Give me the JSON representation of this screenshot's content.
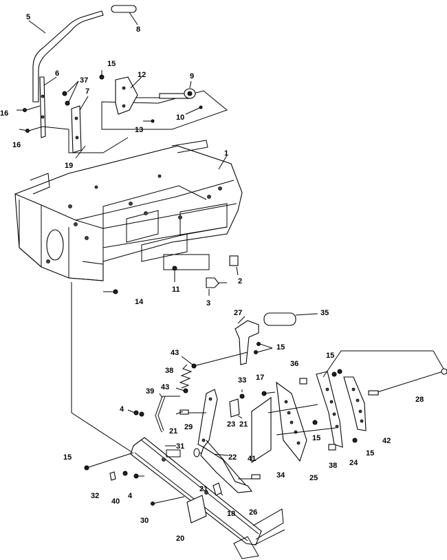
{
  "callouts": [
    {
      "id": "c1",
      "text": "1"
    },
    {
      "id": "c2",
      "text": "2"
    },
    {
      "id": "c3",
      "text": "3"
    },
    {
      "id": "c4a",
      "text": "4"
    },
    {
      "id": "c4b",
      "text": "4"
    },
    {
      "id": "c5",
      "text": "5"
    },
    {
      "id": "c6",
      "text": "6"
    },
    {
      "id": "c7",
      "text": "7"
    },
    {
      "id": "c8",
      "text": "8"
    },
    {
      "id": "c9",
      "text": "9"
    },
    {
      "id": "c10",
      "text": "10"
    },
    {
      "id": "c11",
      "text": "11"
    },
    {
      "id": "c12",
      "text": "12"
    },
    {
      "id": "c13",
      "text": "13"
    },
    {
      "id": "c14",
      "text": "14"
    },
    {
      "id": "c15a",
      "text": "15"
    },
    {
      "id": "c15b",
      "text": "15"
    },
    {
      "id": "c15c",
      "text": "15"
    },
    {
      "id": "c15d",
      "text": "15"
    },
    {
      "id": "c15e",
      "text": "15"
    },
    {
      "id": "c15f",
      "text": "15"
    },
    {
      "id": "c16a",
      "text": "16"
    },
    {
      "id": "c16b",
      "text": "16"
    },
    {
      "id": "c17",
      "text": "17"
    },
    {
      "id": "c18",
      "text": "18"
    },
    {
      "id": "c19",
      "text": "19"
    },
    {
      "id": "c20",
      "text": "20"
    },
    {
      "id": "c21a",
      "text": "21"
    },
    {
      "id": "c21b",
      "text": "21"
    },
    {
      "id": "c21c",
      "text": "21"
    },
    {
      "id": "c22",
      "text": "22"
    },
    {
      "id": "c23",
      "text": "23"
    },
    {
      "id": "c24",
      "text": "24"
    },
    {
      "id": "c25",
      "text": "25"
    },
    {
      "id": "c26",
      "text": "26"
    },
    {
      "id": "c27",
      "text": "27"
    },
    {
      "id": "c28",
      "text": "28"
    },
    {
      "id": "c29",
      "text": "29"
    },
    {
      "id": "c30",
      "text": "30"
    },
    {
      "id": "c31",
      "text": "31"
    },
    {
      "id": "c32",
      "text": "32"
    },
    {
      "id": "c33",
      "text": "33"
    },
    {
      "id": "c34",
      "text": "34"
    },
    {
      "id": "c35",
      "text": "35"
    },
    {
      "id": "c36",
      "text": "36"
    },
    {
      "id": "c37",
      "text": "37"
    },
    {
      "id": "c38a",
      "text": "38"
    },
    {
      "id": "c38b",
      "text": "38"
    },
    {
      "id": "c39",
      "text": "39"
    },
    {
      "id": "c40",
      "text": "40"
    },
    {
      "id": "c41",
      "text": "41"
    },
    {
      "id": "c42",
      "text": "42"
    },
    {
      "id": "c43a",
      "text": "43"
    },
    {
      "id": "c43b",
      "text": "43"
    }
  ]
}
